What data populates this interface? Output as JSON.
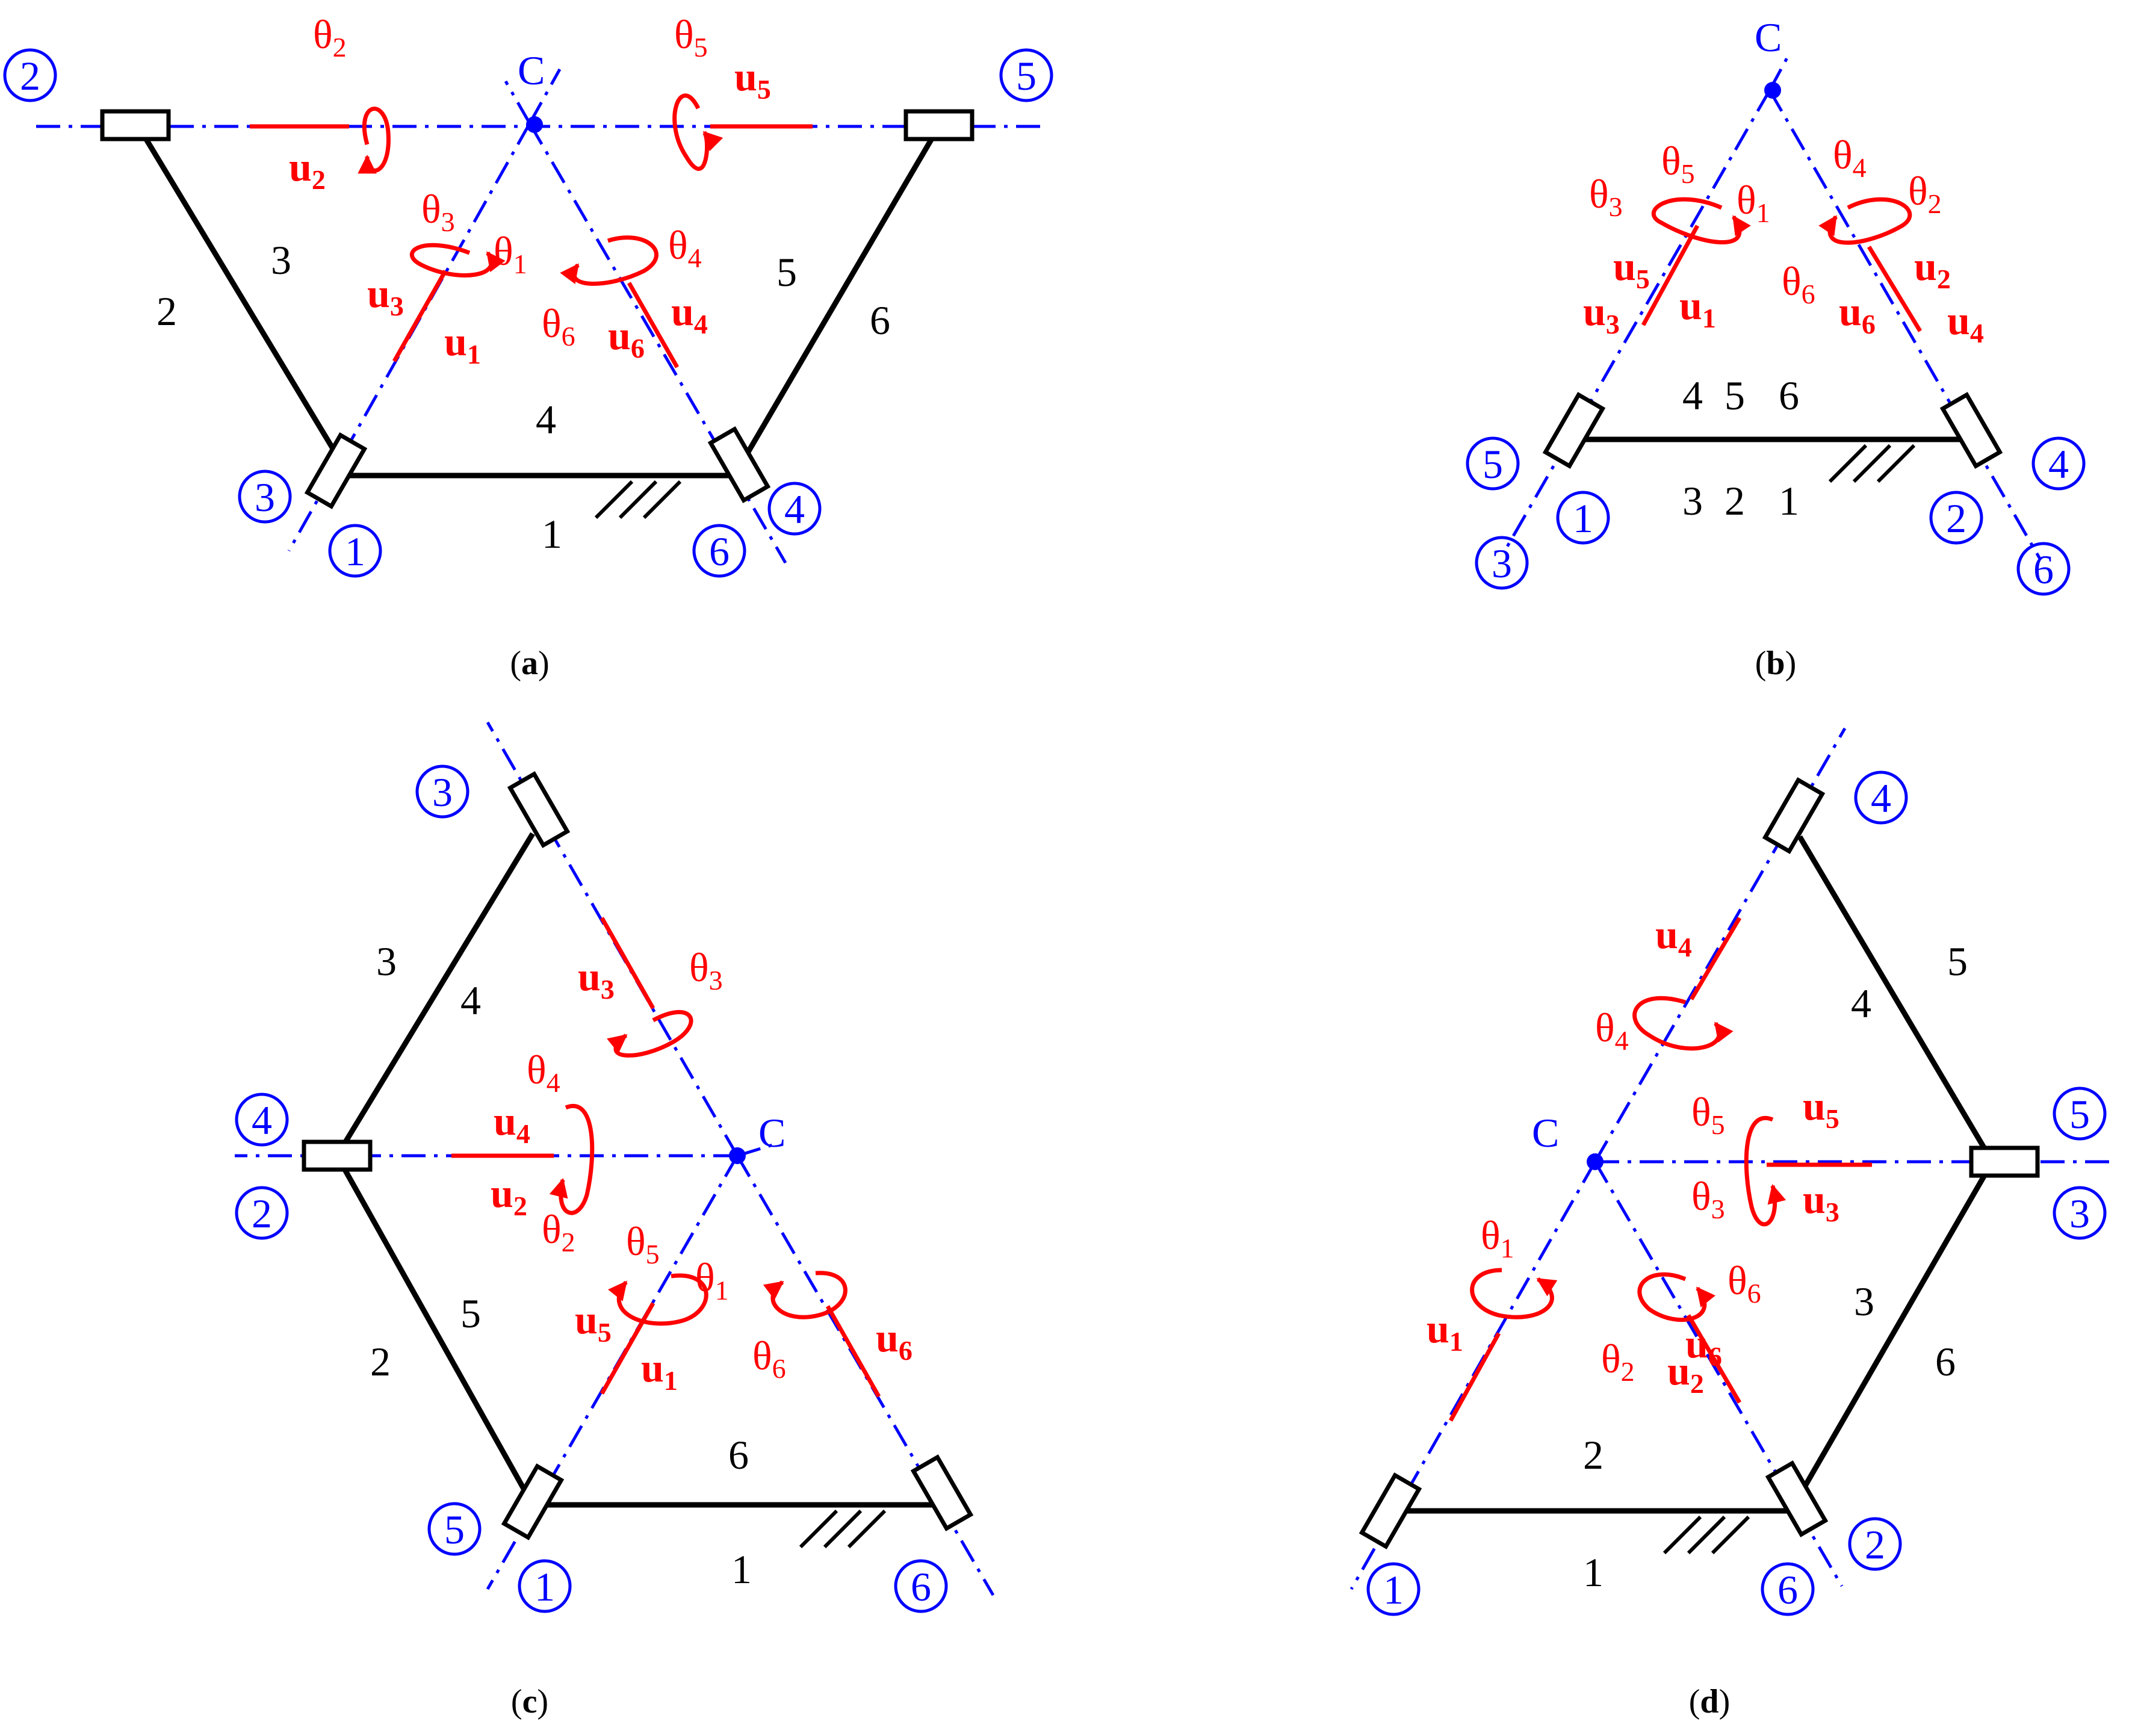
{
  "colors": {
    "member": "#000000",
    "axis": "#0000ff",
    "vector": "#ff0000"
  },
  "center_label": "C",
  "panels": [
    {
      "id": "a",
      "caption": {
        "open": "(",
        "letter": "a",
        "close": ")"
      },
      "members": [
        "1",
        "2",
        "3",
        "4",
        "5",
        "6"
      ],
      "joint_labels": [
        "1",
        "2",
        "3",
        "4",
        "5",
        "6"
      ],
      "vector_labels": [
        "u",
        "1",
        "u",
        "2",
        "u",
        "3",
        "u",
        "4",
        "u",
        "5",
        "u",
        "6"
      ],
      "angle_labels": [
        "θ",
        "1",
        "θ",
        "2",
        "θ",
        "3",
        "θ",
        "4",
        "θ",
        "5",
        "θ",
        "6"
      ]
    },
    {
      "id": "b",
      "caption": {
        "open": "(",
        "letter": "b",
        "close": ")"
      },
      "members": [
        "4",
        "5",
        "6",
        "3",
        "2",
        "1"
      ],
      "joint_labels": [
        "5",
        "1",
        "3",
        "2",
        "4",
        "6"
      ],
      "vector_labels": [
        "u",
        "5",
        "u",
        "3",
        "u",
        "1",
        "u",
        "2",
        "u",
        "6",
        "u",
        "4"
      ],
      "angle_labels": [
        "θ",
        "3",
        "θ",
        "5",
        "θ",
        "1",
        "θ",
        "4",
        "θ",
        "2",
        "θ",
        "6"
      ]
    },
    {
      "id": "c",
      "caption": {
        "open": "(",
        "letter": "c",
        "close": ")"
      },
      "members": [
        "3",
        "4",
        "5",
        "2",
        "6",
        "1"
      ],
      "joint_labels": [
        "3",
        "4",
        "2",
        "5",
        "1",
        "6"
      ],
      "vector_labels": [
        "u",
        "3",
        "u",
        "4",
        "u",
        "2",
        "u",
        "5",
        "u",
        "1",
        "u",
        "6"
      ],
      "angle_labels": [
        "θ",
        "3",
        "θ",
        "4",
        "θ",
        "2",
        "θ",
        "5",
        "θ",
        "1",
        "θ",
        "6"
      ]
    },
    {
      "id": "d",
      "caption": {
        "open": "(",
        "letter": "d",
        "close": ")"
      },
      "members": [
        "5",
        "4",
        "3",
        "6",
        "2",
        "1"
      ],
      "joint_labels": [
        "4",
        "5",
        "3",
        "1",
        "2",
        "6"
      ],
      "vector_labels": [
        "u",
        "4",
        "u",
        "5",
        "u",
        "3",
        "u",
        "1",
        "u",
        "6",
        "u",
        "2"
      ],
      "angle_labels": [
        "θ",
        "4",
        "θ",
        "5",
        "θ",
        "3",
        "θ",
        "1",
        "θ",
        "6",
        "θ",
        "2"
      ]
    }
  ]
}
